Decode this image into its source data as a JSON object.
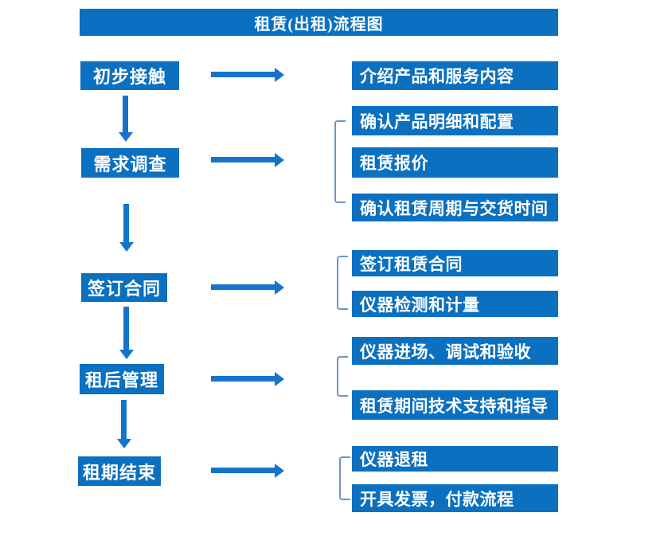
{
  "title": "租赁(出租)流程图",
  "colors": {
    "box": "#0b70c0",
    "arrow": "#1474cc",
    "bracket": "#6f94c8",
    "text": "#ffffff",
    "background": "#ffffff"
  },
  "steps": [
    {
      "label": "初步接触",
      "details": [
        "介绍产品和服务内容"
      ]
    },
    {
      "label": "需求调查",
      "details": [
        "确认产品明细和配置",
        "租赁报价",
        "确认租赁周期与交货时间"
      ]
    },
    {
      "label": "签订合同",
      "details": [
        "签订租赁合同",
        "仪器检测和计量"
      ]
    },
    {
      "label": "租后管理",
      "details": [
        "仪器进场、调试和验收",
        "租赁期间技术支持和指导"
      ]
    },
    {
      "label": "租期结束",
      "details": [
        "仪器退租",
        "开具发票，付款流程"
      ]
    }
  ]
}
